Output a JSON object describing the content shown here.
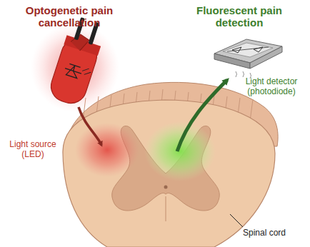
{
  "diagram": {
    "labels": [
      "Optogenetic pain cancellation",
      "Fluorescent pain detection",
      "Light source (LED)",
      "Light detector (photodiode)",
      "Spinal cord"
    ]
  }
}
